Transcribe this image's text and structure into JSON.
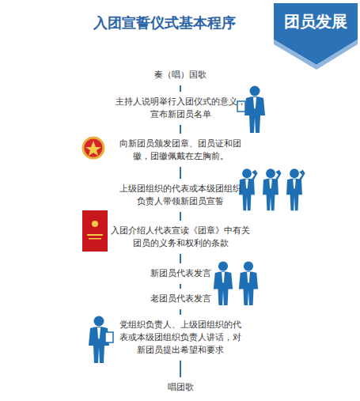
{
  "diagram": {
    "title": "入团宣誓仪式基本程序",
    "nodes": [
      {
        "text": [
          "团员发展"
        ]
      },
      {
        "text": [
          "奏（唱）国歌"
        ]
      },
      {
        "text": [
          "主持人说明举行入团仪式的意义，宣布新团员名单"
        ]
      },
      {
        "text": [
          "向新团员颁发团章、团员证和团徽，团徽佩戴在左胸前。"
        ]
      },
      {
        "text": [
          "上级团组织的代表或本级团组织负责人带领新团员宣誓"
        ]
      },
      {
        "text": [
          "入团介绍人代表宣读《团章》中有关团员的义务和权利的条款"
        ]
      },
      {
        "text": [
          "新团员代表发言"
        ]
      },
      {
        "text": [
          "老团员代表发言"
        ]
      },
      {
        "text": [
          "党组织负责人、上级团组织的代表或本级团组织负责人讲话，对新团员提出希望和要求"
        ]
      },
      {
        "text": [
          "唱团歌"
        ]
      }
    ],
    "edges": [
      {
        "from": 1,
        "to": 2,
        "arrow": "none"
      },
      {
        "from": 2,
        "to": 3,
        "arrow": "none"
      },
      {
        "from": 3,
        "to": 4,
        "arrow": "none"
      },
      {
        "from": 4,
        "to": 5,
        "arrow": "none"
      },
      {
        "from": 5,
        "to": 6,
        "arrow": "none"
      },
      {
        "from": 6,
        "to": 7,
        "arrow": "none"
      },
      {
        "from": 7,
        "to": 8,
        "arrow": "none"
      },
      {
        "from": 8,
        "to": 9,
        "arrow": "none"
      }
    ]
  }
}
